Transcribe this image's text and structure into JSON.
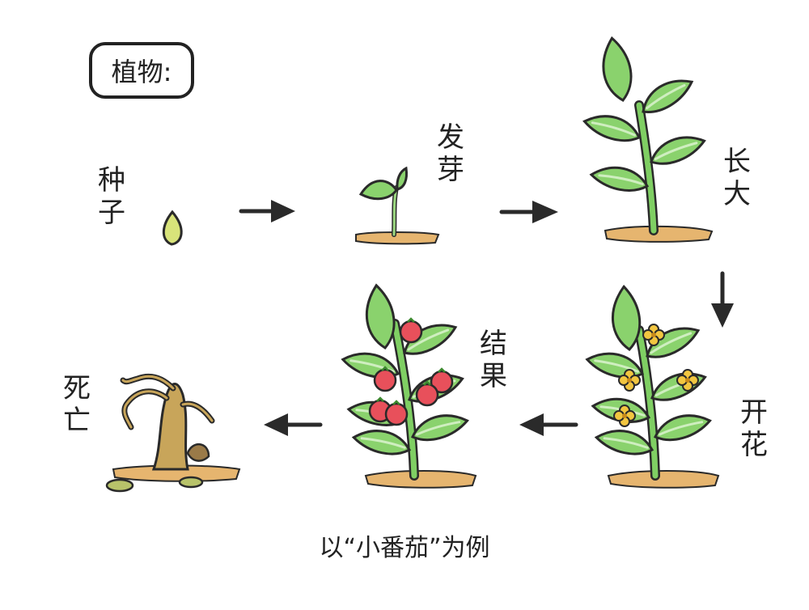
{
  "title": "植物:",
  "stages": [
    {
      "label": "种子"
    },
    {
      "label": "发芽"
    },
    {
      "label": "长大"
    },
    {
      "label": "开花"
    },
    {
      "label": "结果"
    },
    {
      "label": "死亡"
    }
  ],
  "caption": "以“小番茄”为例",
  "colors": {
    "leaf": "#8ad26d",
    "leaf_dark": "#6cbf57",
    "leaf_outline": "#2a2a2a",
    "stem": "#7fcf63",
    "soil": "#e6b56f",
    "seed": "#d8e37a",
    "flower": "#f2c640",
    "fruit": "#e8505b",
    "withered": "#c8a55a",
    "arrow": "#2a2a2a"
  }
}
